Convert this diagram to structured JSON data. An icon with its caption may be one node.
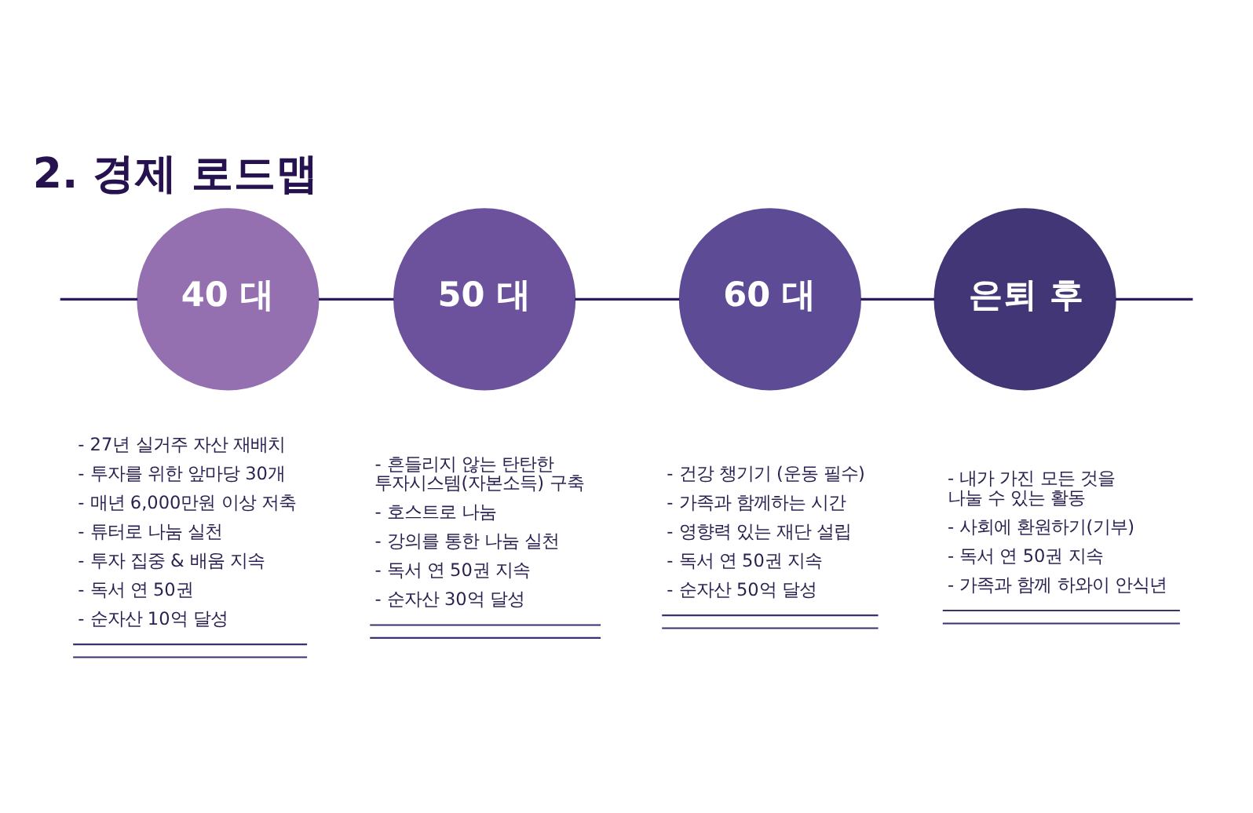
{
  "diagram": {
    "title": "2. 경제 로드맵",
    "nodes": [
      {
        "text": [
          "40 대"
        ],
        "beside": [
          "- 27년 실거주 자산 재배치",
          "- 투자를 위한 앞마당 30개",
          "- 매년 6,000만원 이상 저축",
          "- 튜터로 나눔 실천",
          "- 투자 집중 & 배움 지속",
          "- 독서 연 50권",
          "- 순자산 10억 달성"
        ]
      },
      {
        "text": [
          "50 대"
        ],
        "beside": [
          "- 흔들리지 않는 탄탄한 투자시스템(자본소득) 구축",
          "- 호스트로 나눔",
          "- 강의를 통한 나눔 실천",
          "- 독서 연 50권 지속",
          "- 순자산 30억 달성"
        ]
      },
      {
        "text": [
          "60 대"
        ],
        "beside": [
          "- 건강 챙기기 (운동 필수)",
          "- 가족과 함께하는 시간",
          "- 영향력 있는 재단 설립",
          "- 독서 연 50권 지속",
          "- 순자산 50억 달성"
        ]
      },
      {
        "text": [
          "은퇴 후"
        ],
        "beside": [
          "- 내가 가진 모든 것을 나눌 수 있는 활동",
          "- 사회에 환원하기(기부)",
          "- 독서 연 50권 지속",
          "- 가족과 함께 하와이 안식년"
        ]
      }
    ],
    "edges": [
      {
        "from": null,
        "to": 0,
        "arrow": "none"
      },
      {
        "from": 0,
        "to": 1,
        "arrow": "none"
      },
      {
        "from": 1,
        "to": 2,
        "arrow": "none"
      },
      {
        "from": 2,
        "to": 3,
        "arrow": "none"
      },
      {
        "from": 3,
        "to": null,
        "arrow": "none"
      }
    ]
  }
}
